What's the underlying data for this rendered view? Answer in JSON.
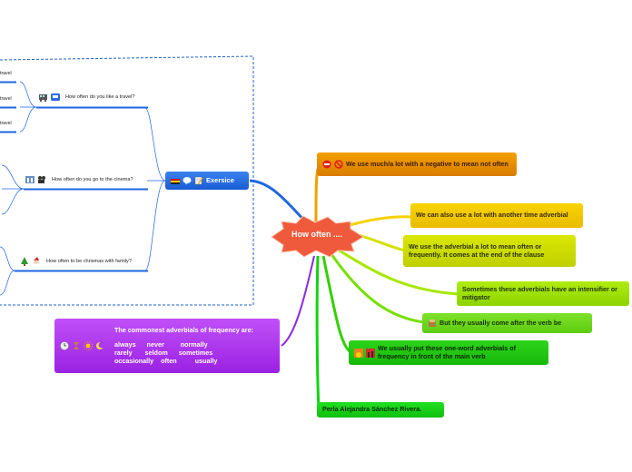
{
  "central": {
    "label": "How often ...."
  },
  "branches": [
    {
      "id": "much",
      "text": "We use much/a lot with a negative to mean not often",
      "color": "#e08a00"
    },
    {
      "id": "another",
      "text": "We can also use a lot with another time adverbial",
      "color": "#f2c400"
    },
    {
      "id": "alot",
      "text": "We use the adverbial a lot to mean often or frequently. It comes at the end of the clause",
      "color": "#cddc00"
    },
    {
      "id": "intensifier",
      "text": "Sometimes these adverbials have an intensifier or mitigator",
      "color": "#9ae000"
    },
    {
      "id": "after",
      "text": "But they usually come after the verb be",
      "color": "#66dd00"
    },
    {
      "id": "front",
      "text": "We usually put these one-word adverbials of frequency in front of the main verb",
      "color": "#22cc00"
    },
    {
      "id": "author",
      "text": "Perla Alejandra Sánchez Rivera.",
      "color": "#11d411"
    }
  ],
  "common": {
    "title": "The commonest adverbials of frequency are:",
    "row1": "always      never         normally",
    "row2": "rarely       seldom      sometimes",
    "row3": "occasionally    often          usually",
    "color": "#aa33ee"
  },
  "exercise": {
    "label": "Exersice",
    "color": "#1e66e0",
    "items": [
      {
        "text": "How often do you like a travel?"
      },
      {
        "text": "How often do you go to the cinema?"
      },
      {
        "text": "How often to be chrismas with family?"
      }
    ],
    "cut_labels": [
      "travel",
      "travel",
      "travel"
    ]
  },
  "colors": {
    "boundary": "#1a5fd0",
    "central_fill": "#f05a3c",
    "exercise_line": "#1e66e0",
    "common_line": "#8a2be2"
  }
}
